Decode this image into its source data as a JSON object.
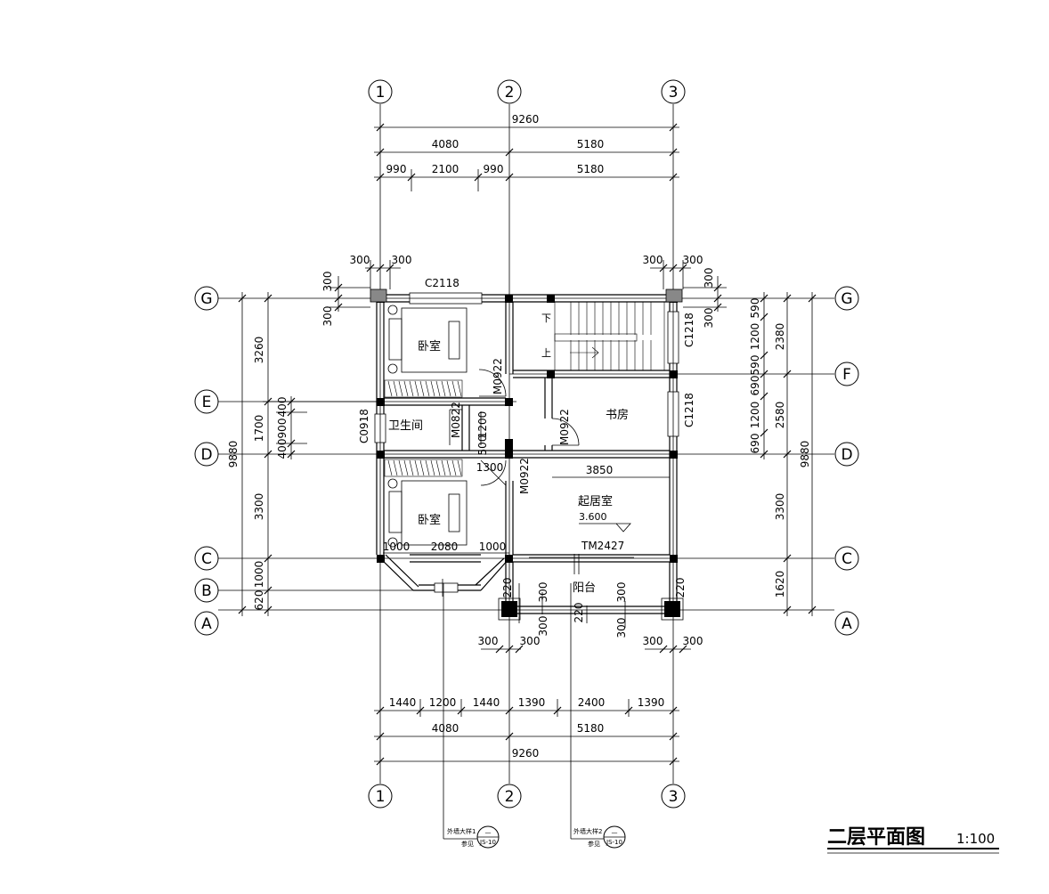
{
  "title": "二层平面图",
  "scale": "1:100",
  "axes": {
    "vertical": [
      "1",
      "2",
      "3"
    ],
    "horizontal": [
      "G",
      "F",
      "E",
      "D",
      "C",
      "B",
      "A"
    ]
  },
  "rooms": {
    "bedroom_top": "卧室",
    "bedroom_bottom": "卧室",
    "bathroom": "卫生间",
    "study": "书房",
    "living": "起居室",
    "balcony": "阳台"
  },
  "level": "3.600",
  "openings": {
    "window_top": "C2118",
    "window_stair": "C1218",
    "window_study": "C1218",
    "window_bath": "C0918",
    "door_bed_top": "M0922",
    "door_bath": "M0822",
    "door_study": "M0922",
    "door_bed_bottom": "M0922",
    "door_balcony": "TM2427"
  },
  "stairs": {
    "down": "下",
    "up": "上"
  },
  "dims_top": {
    "total": "9260",
    "row2": [
      "4080",
      "5180"
    ],
    "row3": [
      "990",
      "2100",
      "990",
      "5180"
    ],
    "wall_left": [
      "300",
      "300"
    ],
    "wall_right": [
      "300",
      "300"
    ]
  },
  "dims_bottom": {
    "row1": [
      "1440",
      "1200",
      "1440",
      "1390",
      "2400",
      "1390"
    ],
    "row2": [
      "4080",
      "5180"
    ],
    "total": "9260",
    "piers": [
      "300",
      "300",
      "300",
      "300"
    ]
  },
  "dims_left": {
    "total": "9880",
    "segments": [
      "3260",
      "1700",
      "3300",
      "1000",
      "620"
    ],
    "inner": [
      "400",
      "900",
      "400"
    ],
    "wall": [
      "300",
      "300"
    ]
  },
  "dims_right": {
    "total": "9880",
    "segments": [
      "2380",
      "2580",
      "3300",
      "1620"
    ],
    "inner": [
      "590",
      "1200",
      "590",
      "690",
      "1200",
      "690"
    ],
    "wall": [
      "300",
      "300"
    ]
  },
  "dims_interior": {
    "bath_h": "1200",
    "bath_door": "500",
    "corridor": "1300",
    "living_w": "3850",
    "bay": [
      "1000",
      "2080",
      "1000"
    ],
    "balcony": [
      "220",
      "220",
      "300",
      "220",
      "300"
    ]
  },
  "callouts": [
    {
      "label": "外墙大样1",
      "sub": "参见",
      "ref": "—",
      "sheet": "JS-10"
    },
    {
      "label": "外墙大样2",
      "sub": "参见",
      "ref": "—",
      "sheet": "JS-10"
    }
  ]
}
